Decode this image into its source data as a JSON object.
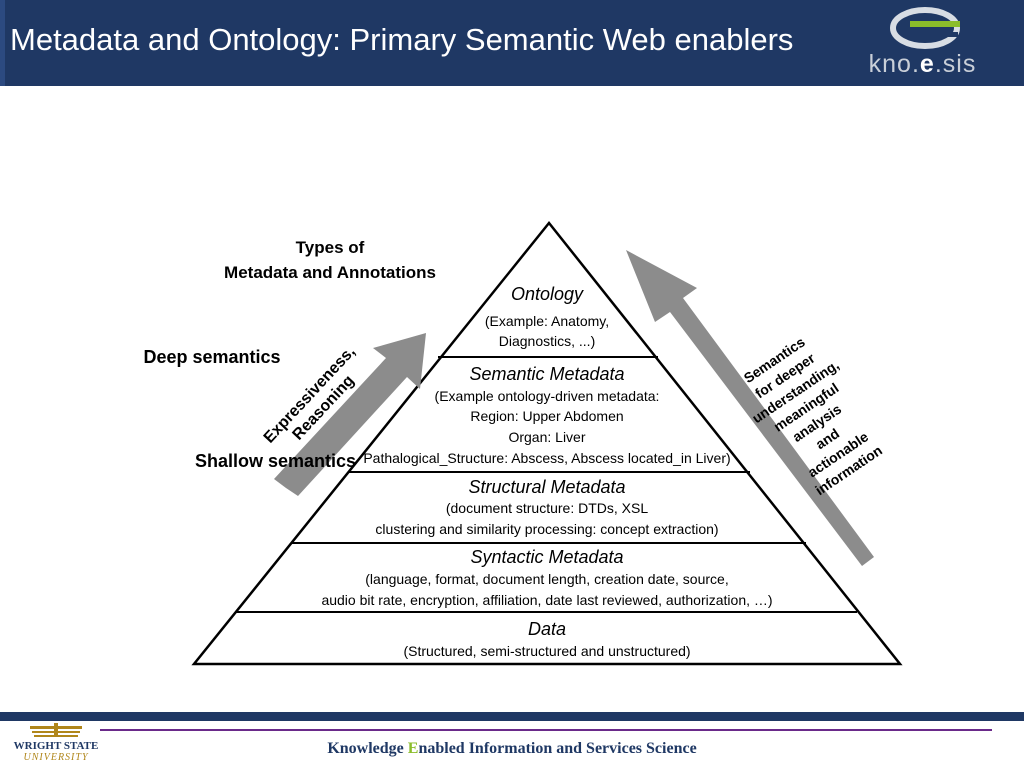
{
  "slide": {
    "title": "Metadata and Ontology: Primary Semantic Web enablers",
    "logo": {
      "part1": "kno.",
      "part2": "e",
      "part3": ".sis"
    }
  },
  "diagram": {
    "heading_line1": "Types of",
    "heading_line2": "Metadata and Annotations",
    "deep_label": "Deep semantics",
    "shallow_label": "Shallow semantics",
    "left_arrow_line1": "Expressiveness,",
    "left_arrow_line2": "Reasoning",
    "right_arrow_lines": [
      "Semantics",
      "for deeper",
      "understanding,",
      "meaningful",
      "analysis",
      "and",
      "actionable",
      "information"
    ],
    "tiers": [
      {
        "title": "Ontology",
        "lines": [
          "(Example: Anatomy,",
          "Diagnostics, ...)"
        ]
      },
      {
        "title": "Semantic Metadata",
        "lines": [
          "(Example ontology-driven metadata:",
          "Region: Upper Abdomen",
          "Organ: Liver",
          "Pathalogical_Structure: Abscess, Abscess located_in Liver)"
        ]
      },
      {
        "title": "Structural Metadata",
        "lines": [
          "(document structure: DTDs, XSL",
          "clustering and similarity processing: concept extraction)"
        ]
      },
      {
        "title": "Syntactic Metadata",
        "lines": [
          "(language, format, document length, creation date, source,",
          "audio bit rate, encryption, affiliation, date last reviewed, authorization, …)"
        ]
      },
      {
        "title": "Data",
        "lines": [
          "(Structured, semi-structured and unstructured)"
        ]
      }
    ]
  },
  "footer": {
    "university_name": "WRIGHT STATE",
    "university_sub": "UNIVERSITY",
    "text_before": "Knowledge ",
    "text_accent": "E",
    "text_after": "nabled Information and Services Science"
  }
}
